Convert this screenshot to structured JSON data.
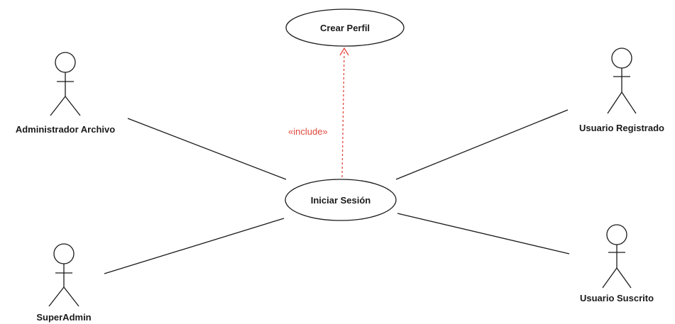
{
  "colors": {
    "line": "#1a1a1a",
    "include": "#e0483e",
    "background": "#ffffff"
  },
  "use_cases": {
    "crear_perfil": "Crear Perfil",
    "iniciar_sesion": "Iniciar Sesión"
  },
  "actors": {
    "administrador_archivo": "Administrador Archivo",
    "superadmin": "SuperAdmin",
    "usuario_registrado": "Usuario Registrado",
    "usuario_suscrito": "Usuario Suscrito"
  },
  "relations": {
    "include_label": "«include»"
  }
}
